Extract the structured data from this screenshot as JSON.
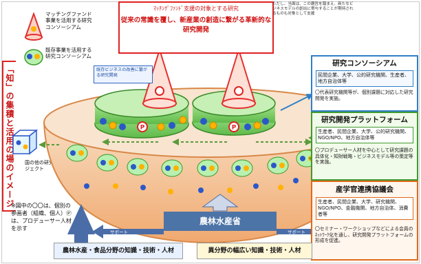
{
  "side_title": "「知」の集積と活用の場のイメージ",
  "legend": {
    "cone_text": "マッチングファンド事業を活用する研究コンソーシアム",
    "eye_text": "既存事業を活用する研究コンソーシアム",
    "cube_text": "国の他の研究開発プロジェクト",
    "people_text": "※図中の〇〇は、個別の参画者（組織、個人）Ⓟは、プロデューサー人材を示す"
  },
  "top_box": {
    "heading": "ﾏｯﾁﾝｸﾞﾌｧﾝﾄﾞ支援の対象とする研究",
    "body": "従来の常識を覆し、新産業の創造に繋がる革新的な研究開発"
  },
  "top_note": "ただし、当面は、この趣旨を踏まえ、新たなビジネスモデルの創出に寄与することが期待されるものも対象として支援",
  "callout": "既存ビジネスの改善に繋がる研究開発",
  "panels": {
    "consortium": {
      "title": "研究コンソーシアム",
      "members": "民間企業、大学、公的研究機関、生産者、地方自治体等",
      "desc": "〇代表研究機関等が、個別課題に対応した研究開発を実施。",
      "accent": "#2f7fc8"
    },
    "platform": {
      "title": "研究開発プラットフォーム",
      "members": "生産者、民間企業、大学、公的研究機関、NGO/NPO、地方自治体等",
      "desc": "〇プロデューサー人材を中心として研究課題の具体化・知財戦略・ビジネスモデル等の策定等を実施。",
      "accent": "#3f9a2f"
    },
    "council": {
      "title": "産学官連携協議会",
      "members": "生産者、民間企業、大学、研究機関、NGO/NPO、金融機関、地方自治体、消費者等",
      "desc": "〇セミナー・ワークショップなどによる会員のﾈｯﾄﾜｰｸ化を通し、研究開発プラットフォームの形成を促進。",
      "accent": "#e06a1a"
    }
  },
  "ministry": "農林水産省",
  "support_left": "サポート",
  "support_right": "サポート",
  "bottom_left": "農林水産・食品分野の知識・技術・人材",
  "bottom_right": "異分野の幅広い知識・技術・人材",
  "colors": {
    "bowl_top": "#f7d7b5",
    "bowl_bottom": "#f2b27f",
    "drum": "#7fcf6a",
    "cone_red": "#e53030",
    "dot_blue": "#2b58c9",
    "dot_orange": "#ffb200",
    "arrow_green": "#5a9b3a",
    "arrow_blue": "#4a6da8"
  }
}
